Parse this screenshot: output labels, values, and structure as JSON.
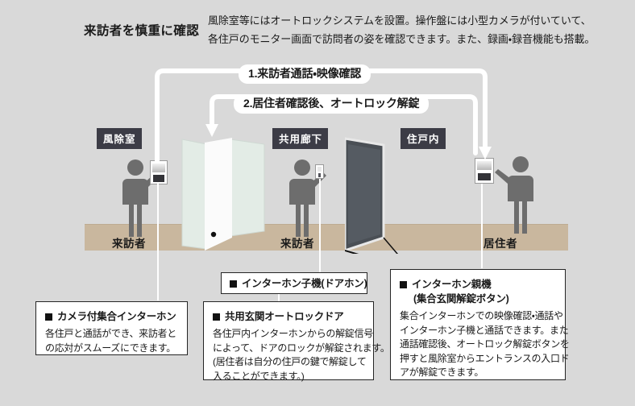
{
  "header": {
    "title": "来訪者を慎重に確認",
    "description_lines": [
      "風除室等にはオートロックシステムを設置。操作盤には小型カメラが付いていて、",
      "各住戸のモニター画面で訪問者の姿を確認できます。また、録画・録音機能も搭載。"
    ]
  },
  "flow_steps": [
    {
      "id": "step-1",
      "label": "1.来訪者通話・映像確認"
    },
    {
      "id": "step-2",
      "label": "2.居住者確認後、オートロック解錠"
    }
  ],
  "zones": [
    {
      "id": "zone-entry-vestibule",
      "label": "風除室"
    },
    {
      "id": "zone-common-corridor",
      "label": "共用廊下"
    },
    {
      "id": "zone-inside-dwelling",
      "label": "住戸内"
    }
  ],
  "people": [
    {
      "id": "visitor-vestibule",
      "label": "来訪者"
    },
    {
      "id": "visitor-corridor",
      "label": "来訪者"
    },
    {
      "id": "resident",
      "label": "居住者"
    }
  ],
  "callouts": [
    {
      "id": "camera-intercom",
      "marker": "■",
      "title": "カメラ付集合インターホン",
      "body_lines": [
        "各住戸と通話ができ、来訪者と",
        "の応対がスムーズにできます。"
      ]
    },
    {
      "id": "door-phone-tag",
      "marker": "■",
      "title": "インターホン子機(ドアホン)",
      "body_lines": []
    },
    {
      "id": "common-entrance-autolock-door",
      "marker": "■",
      "title": "共用玄関オートロックドア",
      "body_lines": [
        "各住戸内インターホンからの解錠信号",
        "によって、ドアのロックが解錠されます。",
        "(居住者は自分の住戸の鍵で解錠して",
        "入ることができます。)"
      ]
    },
    {
      "id": "intercom-master-unit",
      "marker": "■",
      "title": "インターホン親機",
      "title_line2": "(集合玄関解錠ボタン)",
      "body_lines": [
        "集合インターホンでの映像確認・通話や",
        "インターホン子機と通話できます。また",
        "通話確認後、オートロック解錠ボタンを",
        "押すと風除室からエントランスの入口ド",
        "アが解錠できます。"
      ]
    }
  ],
  "colors": {
    "background": "#d9d9d9",
    "floor": "#c9b79e",
    "badge": "#3c3c46",
    "person": "#6d6d6d",
    "arrow": "#ffffff",
    "door_glass": "#dfe9e2",
    "door_entry": "#4a4f55",
    "callout_border": "#252525"
  },
  "icons": {
    "camera_intercom": "intercom-panel-icon",
    "door_phone": "door-phone-icon",
    "master_unit": "intercom-master-icon",
    "bullet": "filled-square-icon"
  }
}
